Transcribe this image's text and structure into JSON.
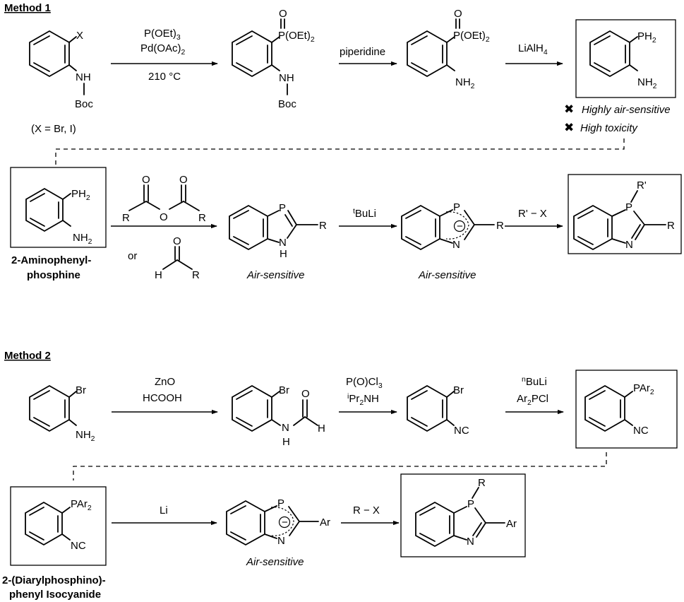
{
  "method1": {
    "title": "Method 1",
    "start_x": "X",
    "start_nh": "NH",
    "start_boc": "Boc",
    "start_note": "(X = Br, I)",
    "step1": {
      "line1": "P(OEt)",
      "line1_sub": "3",
      "line2": "Pd(OAc)",
      "line2_sub": "2",
      "line3": "210 °C"
    },
    "int1_o": "O",
    "int1_p": "P(OEt)",
    "int1_p_sub": "2",
    "int1_nh": "NH",
    "int1_boc": "Boc",
    "step2": "piperidine",
    "int2_o": "O",
    "int2_p": "P(OEt)",
    "int2_p_sub": "2",
    "int2_nh2": "NH",
    "int2_nh2_sub": "2",
    "step3": "LiAlH",
    "step3_sub": "4",
    "product_ph2": "PH",
    "product_ph2_sub": "2",
    "product_nh2": "NH",
    "product_nh2_sub": "2",
    "warnings": [
      "Highly air-sensitive",
      "High toxicity"
    ],
    "row2": {
      "reagent_ph2": "PH",
      "reagent_ph2_sub": "2",
      "reagent_nh2": "NH",
      "reagent_nh2_sub": "2",
      "reagent_name_1": "2-Aminophenyl-",
      "reagent_name_2": "phosphine",
      "anhydride_r1": "R",
      "anhydride_o": "O",
      "anhydride_r2": "R",
      "anhydride_o_top1": "O",
      "anhydride_o_top2": "O",
      "or": "or",
      "aldehyde_o": "O",
      "aldehyde_h": "H",
      "aldehyde_r": "R",
      "bzp_p": "P",
      "bzp_r": "R",
      "bzp_n": "N",
      "bzp_h": "H",
      "bzp_note": "Air-sensitive",
      "step_base_sup": "t",
      "step_base": "BuLi",
      "anion_p": "P",
      "anion_r": "R",
      "anion_n": "N",
      "anion_charge": "−",
      "anion_note": "Air-sensitive",
      "step_alk": "R' − X",
      "final_p": "P",
      "final_rprime": "R'",
      "final_r": "R",
      "final_n": "N"
    }
  },
  "method2": {
    "title": "Method 2",
    "start_br": "Br",
    "start_nh2": "NH",
    "start_nh2_sub": "2",
    "step1": {
      "line1": "ZnO",
      "line2": "HCOOH"
    },
    "int1_br": "Br",
    "int1_n": "N",
    "int1_nh_h": "H",
    "int1_o": "O",
    "int1_h": "H",
    "step2": {
      "line1": "P(O)Cl",
      "line1_sub": "3",
      "line2_sup": "i",
      "line2": "Pr",
      "line2_sub": "2",
      "line2_end": "NH"
    },
    "int2_br": "Br",
    "int2_nc": "NC",
    "step3": {
      "line1_sup": "n",
      "line1": "BuLi",
      "line2": "Ar",
      "line2_sub": "2",
      "line2_end": "PCl"
    },
    "product_par2": "PAr",
    "product_par2_sub": "2",
    "product_nc": "NC",
    "row2": {
      "reagent_par2": "PAr",
      "reagent_par2_sub": "2",
      "reagent_nc": "NC",
      "reagent_name_1": "2-(Diarylphosphino)-",
      "reagent_name_2": "phenyl Isocyanide",
      "step_li": "Li",
      "anion_p": "P",
      "anion_ar": "Ar",
      "anion_n": "N",
      "anion_charge": "−",
      "anion_note": "Air-sensitive",
      "step_alk": "R − X",
      "final_p": "P",
      "final_r": "R",
      "final_ar": "Ar",
      "final_n": "N"
    }
  },
  "icons": {
    "warning": "cross-mark-icon"
  }
}
